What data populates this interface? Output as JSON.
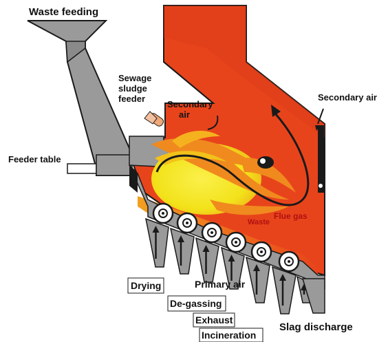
{
  "labels": {
    "waste_feeding": "Waste feeding",
    "sewage_line1": "Sewage",
    "sewage_line2": "sludge",
    "sewage_line3": "feeder",
    "secondary_air_left_line1": "Secondary",
    "secondary_air_left_line2": "air",
    "secondary_air_right": "Secondary air",
    "feeder_table": "Feeder table",
    "flue_gas": "Flue gas",
    "waste": "Waste",
    "drying": "Drying",
    "primary_air": "Primary air",
    "de_gassing": "De-gassing",
    "exhaust": "Exhaust",
    "incineration": "Incineration",
    "slag_discharge": "Slag discharge"
  },
  "colors": {
    "furnace_red": "#e8441c",
    "flame_yellow": "#f2e21a",
    "flame_orange": "#f08a1e",
    "steel_gray": "#9a9a9a",
    "dark_outline": "#1a1a1a"
  },
  "grate_rollers": 6,
  "air_hoppers": 7
}
